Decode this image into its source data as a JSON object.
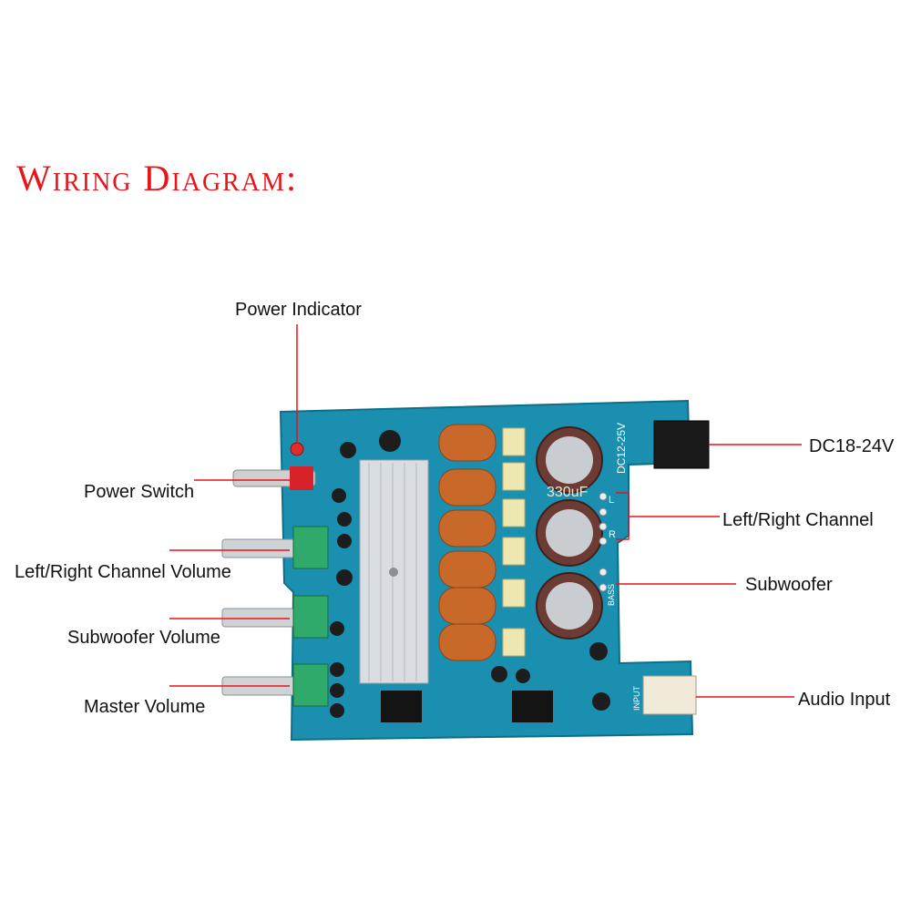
{
  "title": "Wiring Diagram:",
  "labels": {
    "power_indicator": "Power Indicator",
    "power_switch": "Power Switch",
    "lr_channel_volume": "Left/Right Channel Volume",
    "subwoofer_volume": "Subwoofer Volume",
    "master_volume": "Master Volume",
    "dc_input": "DC18-24V",
    "lr_channel": "Left/Right Channel",
    "subwoofer": "Subwoofer",
    "audio_input": "Audio Input"
  },
  "board_silkscreen": {
    "dc_rating": "DC12-25V",
    "cap_value": "330uF",
    "input_label": "INPUT",
    "left_mark": "L",
    "right_mark": "R",
    "bass_mark": "BASS"
  },
  "colors": {
    "title": "#e8141a",
    "callout_line": "#e8141a",
    "board": "#1b8fb0",
    "coil": "#c8692a",
    "heatsink": "#d9dde2",
    "capacitor": "#6b3b34",
    "pot_body": "#2faa6a"
  }
}
